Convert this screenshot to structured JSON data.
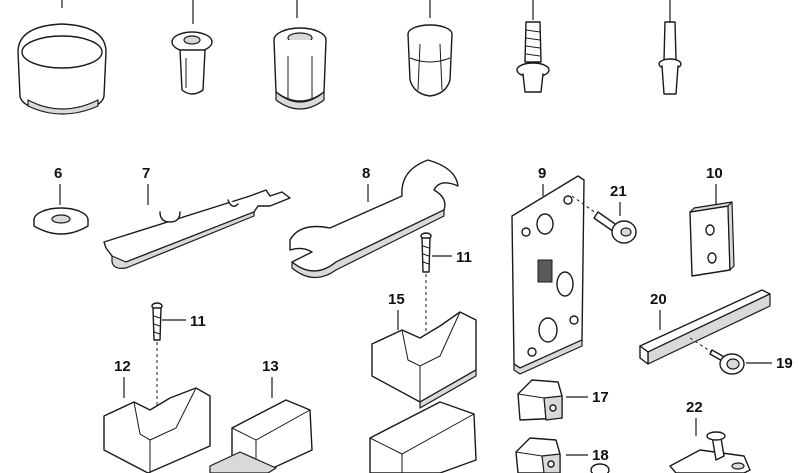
{
  "diagram": {
    "callouts": {
      "c6": "6",
      "c7": "7",
      "c8": "8",
      "c9": "9",
      "c10": "10",
      "c11a": "11",
      "c11b": "11",
      "c12": "12",
      "c13": "13",
      "c15": "15",
      "c17": "17",
      "c18": "18",
      "c19": "19",
      "c20": "20",
      "c21": "21",
      "c22": "22"
    }
  }
}
